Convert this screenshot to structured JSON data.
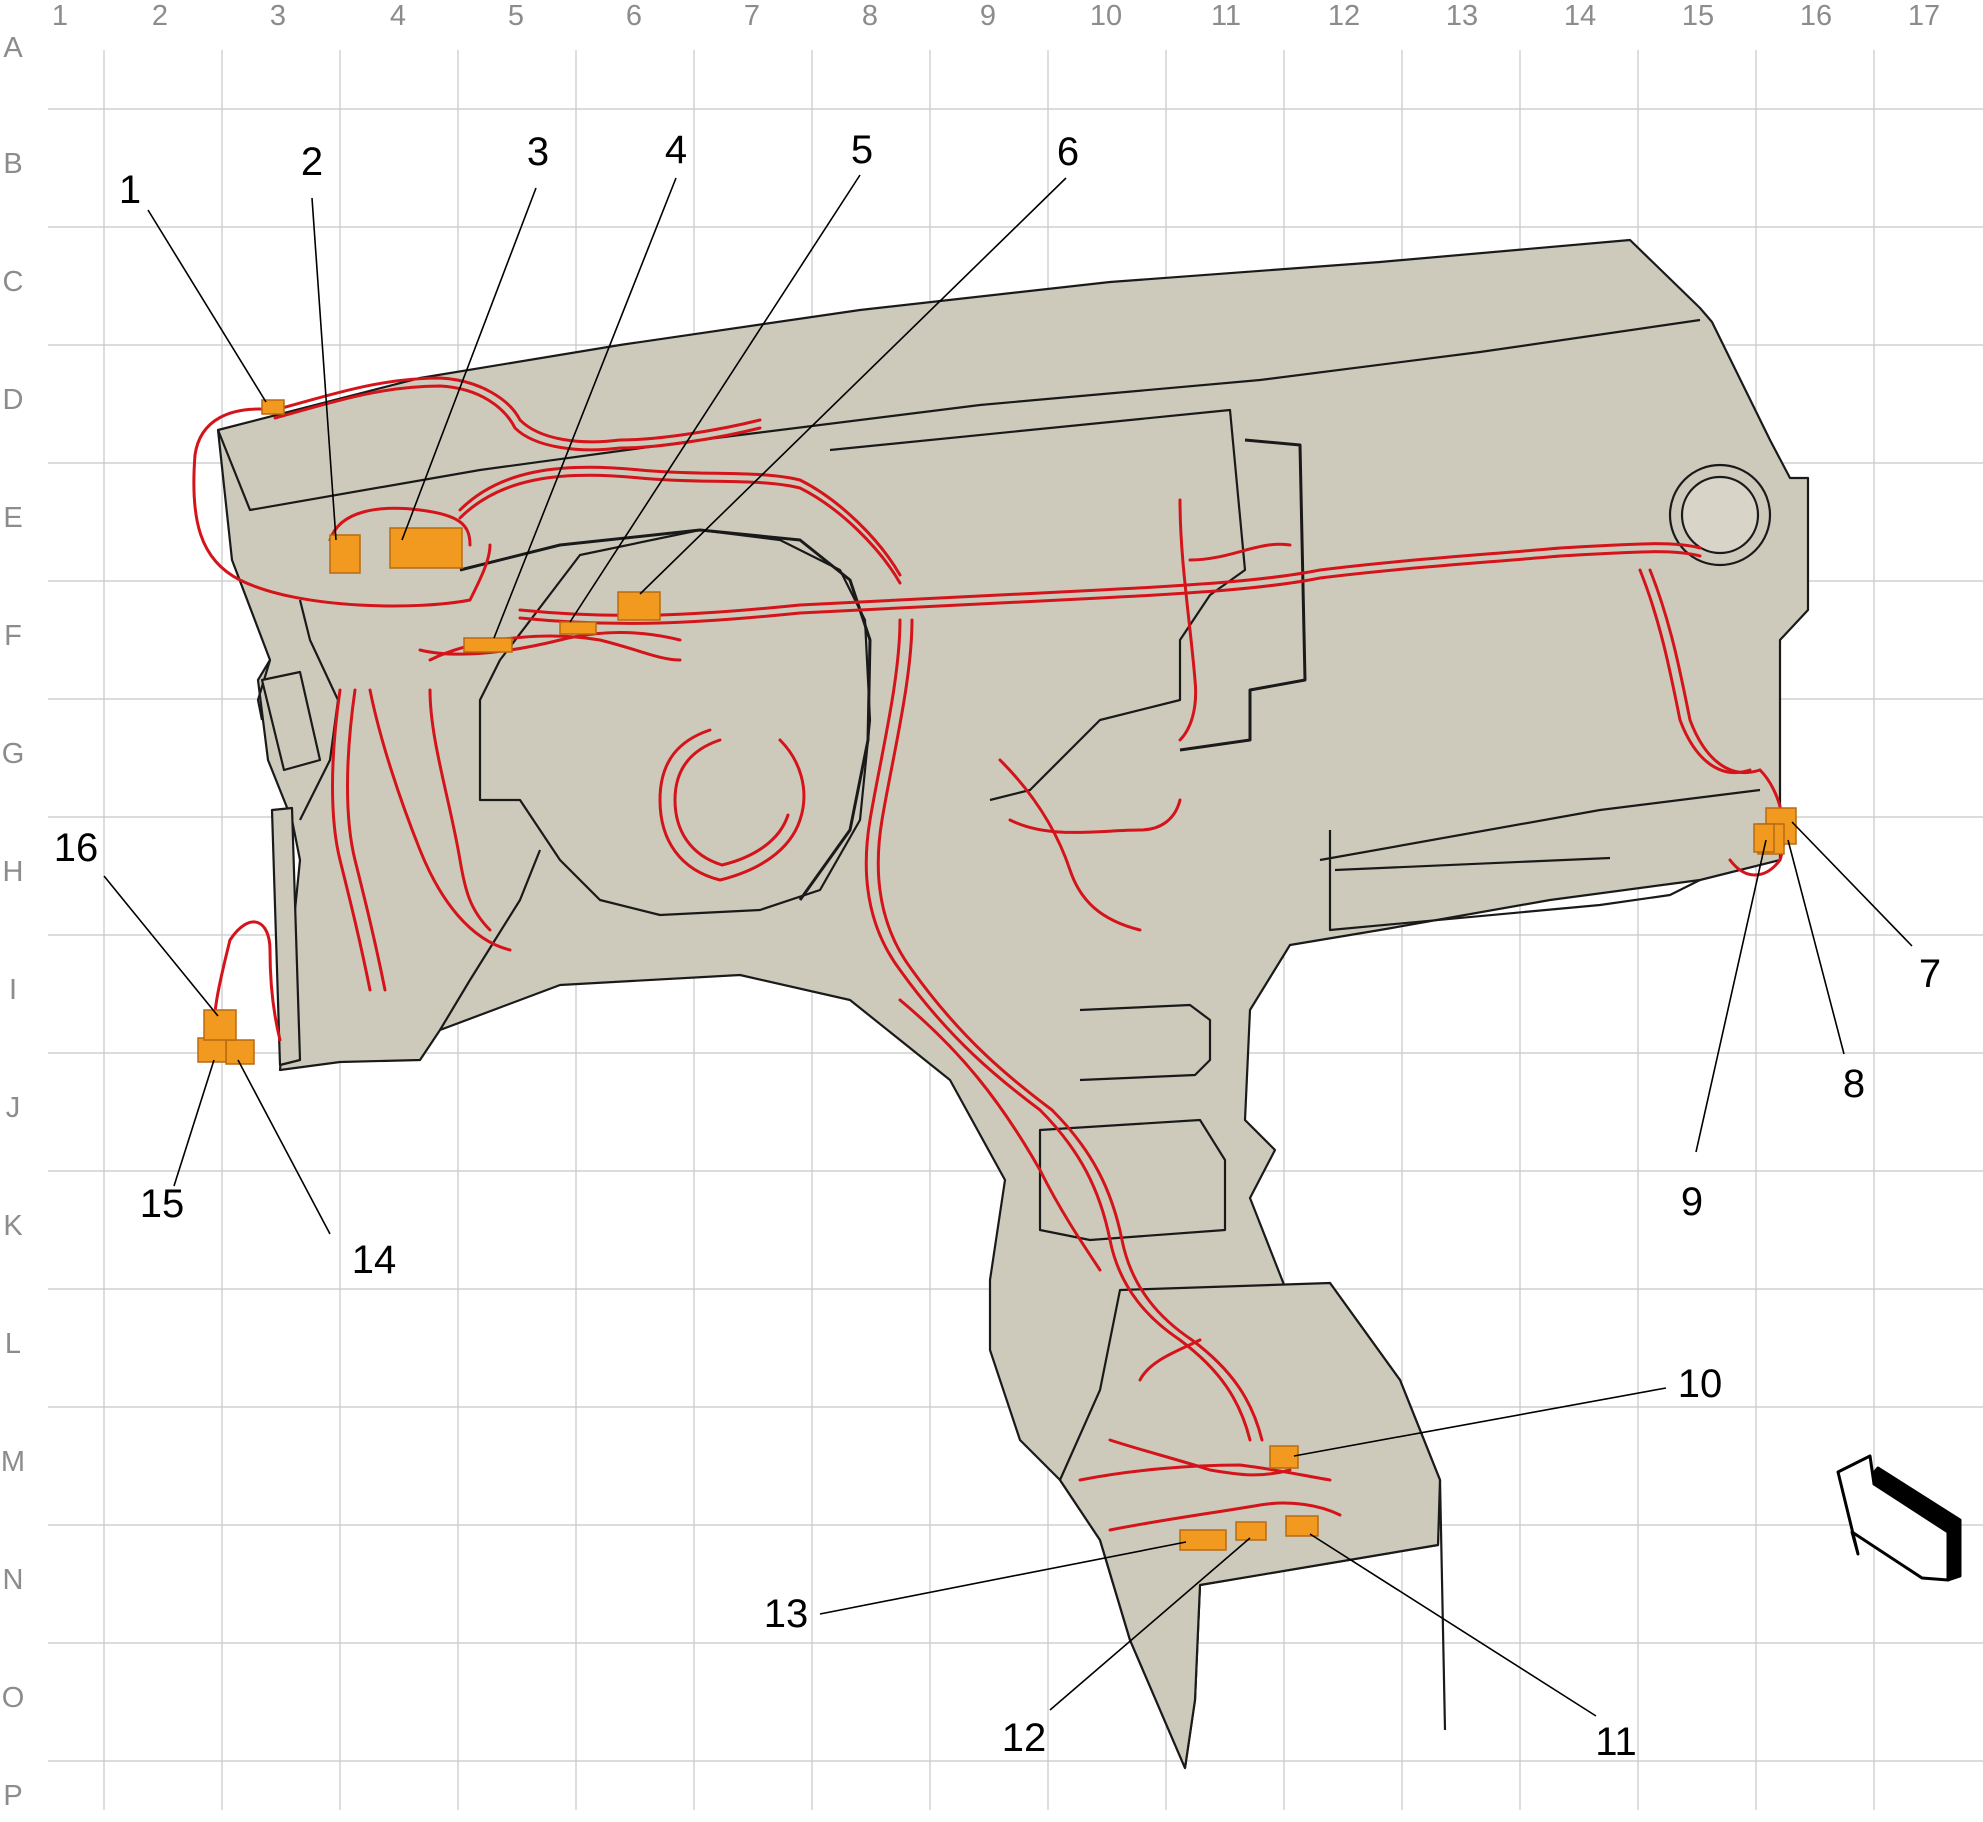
{
  "grid": {
    "columns": [
      "1",
      "2",
      "3",
      "4",
      "5",
      "6",
      "7",
      "8",
      "9",
      "10",
      "11",
      "12",
      "13",
      "14",
      "15",
      "16",
      "17"
    ],
    "rows": [
      "A",
      "B",
      "C",
      "D",
      "E",
      "F",
      "G",
      "H",
      "I",
      "J",
      "K",
      "L",
      "M",
      "N",
      "O",
      "P"
    ]
  },
  "callouts": [
    "1",
    "2",
    "3",
    "4",
    "5",
    "6",
    "7",
    "8",
    "9",
    "10",
    "11",
    "12",
    "13",
    "14",
    "15",
    "16"
  ],
  "colors": {
    "dashboard": "#cdcabc",
    "harness": "#d4141a",
    "connector_highlight": "#f29a1f",
    "grid_line": "#c8c8c8",
    "label_gray": "#8c8c8c"
  },
  "icons": {
    "direction_arrow": "view-direction-arrow-icon"
  }
}
